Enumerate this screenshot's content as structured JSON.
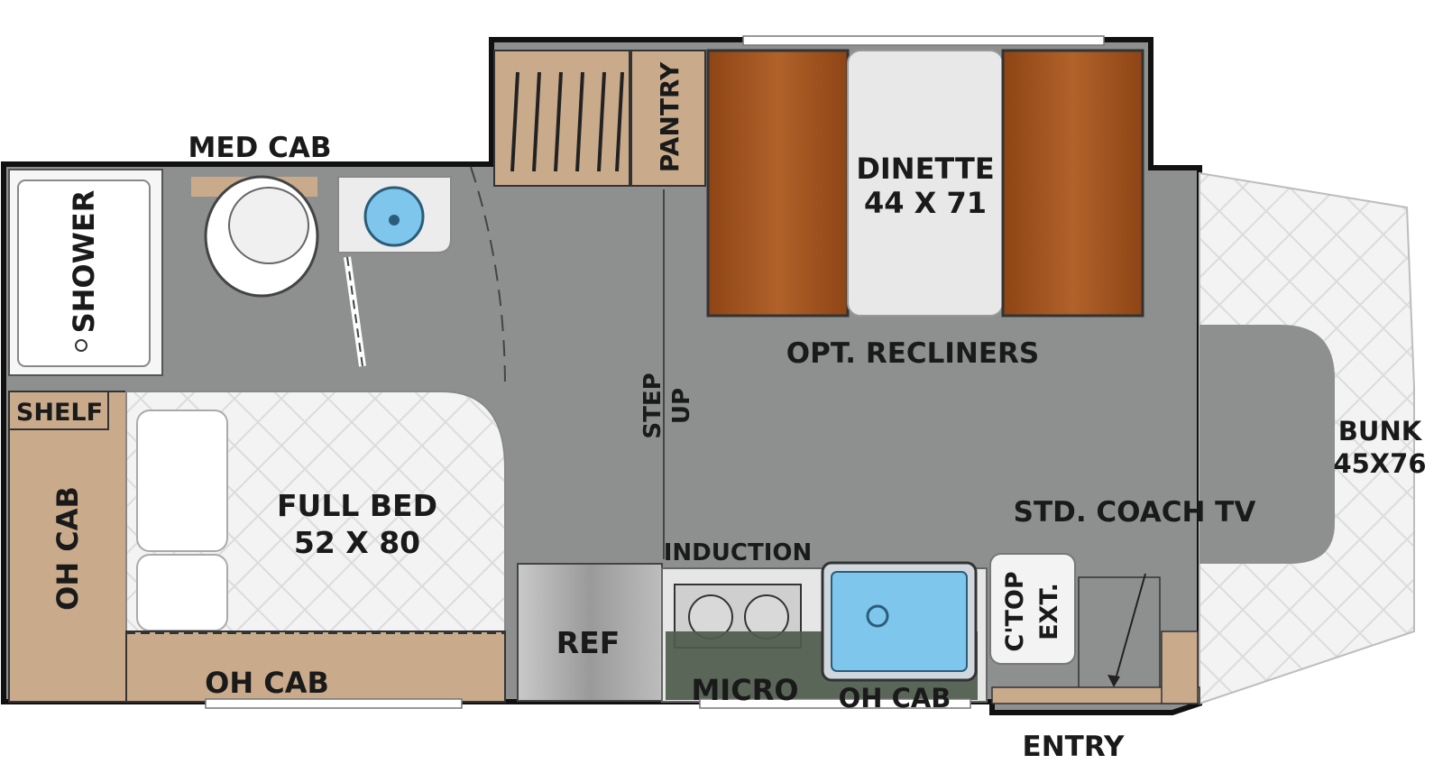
{
  "labels": {
    "med_cab": "MED CAB",
    "shower": "SHOWER",
    "pantry": "PANTRY",
    "dinette_title": "DINETTE",
    "dinette_size": "44 X 71",
    "opt_recliners": "OPT. RECLINERS",
    "step": "STEP",
    "up": "UP",
    "shelf": "SHELF",
    "oh_cab_left": "OH CAB",
    "full_bed_title": "FULL BED",
    "full_bed_size": "52 X 80",
    "oh_cab_bottom": "OH CAB",
    "bunk_title": "BUNK",
    "bunk_size": "45X76",
    "std_coach_tv": "STD. COACH TV",
    "induction": "INDUCTION",
    "ref": "REF",
    "micro": "MICRO",
    "oh_cab_kitchen": "OH CAB",
    "ctop": "C'TOP",
    "ext": "EXT.",
    "entry": "ENTRY"
  },
  "colors": {
    "floor": "#8f9191",
    "wall": "#111111",
    "wood": "#c9ab8c",
    "cushion": "#a8571d",
    "mattress": "#f2f2f2",
    "counter": "#e9e9e9",
    "sink_water": "#7fc6ec",
    "dark_cabinet": "#4e5b4b",
    "fridge": "#a9a9a9"
  }
}
